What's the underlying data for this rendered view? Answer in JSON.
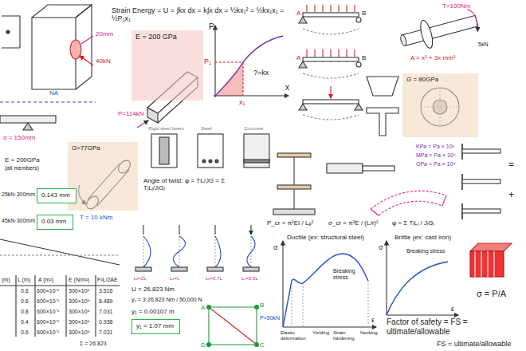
{
  "diagram": {
    "nodes": [
      {
        "text": [
          "E = 200 GPa"
        ]
      },
      {
        "text": [
          "G = 80GPa"
        ]
      },
      {
        "text": [
          "G=77GPa"
        ]
      },
      {
        "text": [
          "0.143 mm"
        ]
      },
      {
        "text": [
          "0.03 mm"
        ]
      },
      {
        "text": [
          "y₁ = 1.07 mm"
        ]
      }
    ],
    "labels": [
      "Strain Energy = U = ∫kx dx = k∫x dx = ½kx₁² = ½kx₁x₁ = ½P₁x₁",
      "20mm",
      "40kN",
      "P=114kN",
      "P",
      "P₁",
      "x",
      "x₁",
      "?=kx",
      "A",
      "B",
      "A",
      "B",
      "T=100Nm",
      "5kN",
      "A = x² + 3x mm²",
      "NA",
      "d = 150mm",
      "E = 200GPa",
      "(all members)",
      "25kN·300mm",
      "45kN·300mm",
      "T = 10 kNm",
      "Angle of twist: φ = TL/JG = Σ TᵢLᵢ/JᵢGᵢ",
      "Rigid steel beam",
      "Steel",
      "Concrete",
      "KPa = Pa × 10³",
      "MPa = Pa × 10⁶",
      "GPa = Pa × 10⁹",
      "Lₑ=2L",
      "Lₑ=L",
      "Lₑ=0.7L",
      "Lₑ=0.5L",
      "P_cr = π²EI / Lₑ²",
      "σ_cr = π²E / (L/r)²",
      "φ = Σ TᵢLᵢ / JᵢGᵢ",
      "Ductile (ex: structural steel)",
      "Brittle (ex: cast iron)",
      "σ",
      "Breaking stress",
      "Elastic deformation",
      "Yielding",
      "Strain hardening",
      "Necking",
      "ε",
      "σ",
      "Breaking stress",
      "ε",
      "Factor of safety = FS = ultimate/allowable",
      "FS = ultimate/allowable",
      "σ = P/A",
      "U = 26.823 Nm",
      "y₁ = 3·26.823 Nm / 50,000 N",
      "y₁ = 0.00107 m",
      "(m)",
      "L (m)",
      "A (m²)",
      "E (N/m²)",
      "F²L/2AE",
      "0.6",
      "600×10⁻⁶",
      "300×10⁹",
      "3.516",
      "0.6",
      "600×10⁻⁶",
      "300×10⁹",
      "8.489",
      "0.8",
      "600×10⁻⁶",
      "300×10⁹",
      "7.031",
      "0.4",
      "600×10⁻⁶",
      "300×10⁹",
      "0.938",
      "0.6",
      "600×10⁻⁶",
      "300×10⁹",
      "7.031",
      "Σ = 26.823",
      "A",
      "B",
      "C",
      "D",
      "P=50kN",
      "=",
      "+"
    ]
  }
}
